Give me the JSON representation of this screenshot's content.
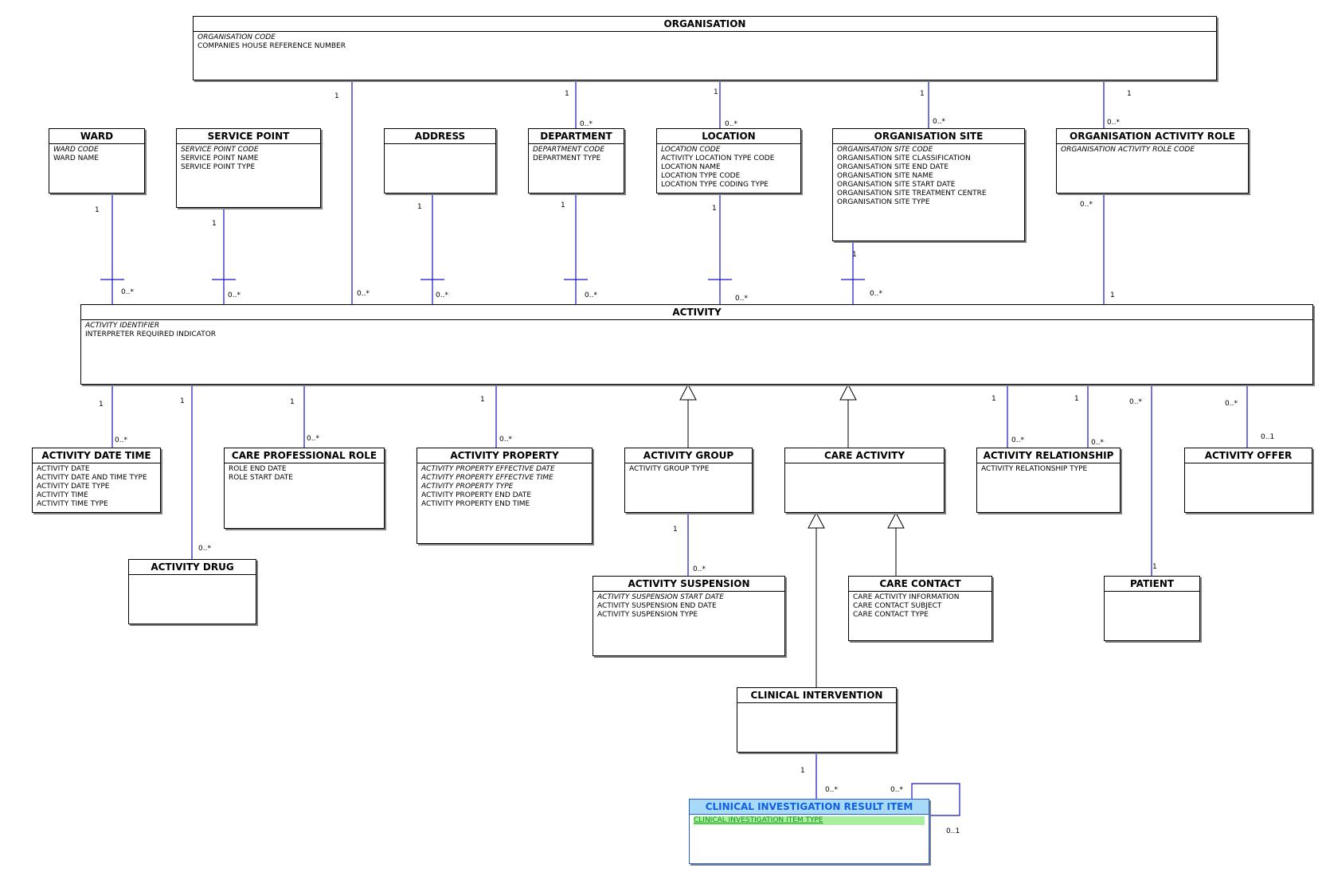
{
  "colors": {
    "association": "#1414c8",
    "generalisation": "#000000",
    "highlight_header": "#a8daf8",
    "highlight_attr": "#a8f0a0"
  },
  "entities": {
    "organisation": {
      "title": "ORGANISATION",
      "attributes": [
        {
          "text": "ORGANISATION CODE",
          "key": true
        },
        {
          "text": "COMPANIES HOUSE REFERENCE NUMBER",
          "key": false
        }
      ]
    },
    "ward": {
      "title": "WARD",
      "attributes": [
        {
          "text": "WARD CODE",
          "key": true
        },
        {
          "text": "WARD NAME",
          "key": false
        }
      ]
    },
    "service_point": {
      "title": "SERVICE POINT",
      "attributes": [
        {
          "text": "SERVICE POINT CODE",
          "key": true
        },
        {
          "text": "SERVICE POINT NAME",
          "key": false
        },
        {
          "text": "SERVICE POINT TYPE",
          "key": false
        }
      ]
    },
    "address": {
      "title": "ADDRESS",
      "attributes": []
    },
    "department": {
      "title": "DEPARTMENT",
      "attributes": [
        {
          "text": "DEPARTMENT CODE",
          "key": true
        },
        {
          "text": "DEPARTMENT TYPE",
          "key": false
        }
      ]
    },
    "location": {
      "title": "LOCATION",
      "attributes": [
        {
          "text": "LOCATION CODE",
          "key": true
        },
        {
          "text": "ACTIVITY LOCATION TYPE CODE",
          "key": false
        },
        {
          "text": "LOCATION NAME",
          "key": false
        },
        {
          "text": "LOCATION TYPE CODE",
          "key": false
        },
        {
          "text": "LOCATION TYPE CODING TYPE",
          "key": false
        }
      ]
    },
    "organisation_site": {
      "title": "ORGANISATION SITE",
      "attributes": [
        {
          "text": "ORGANISATION SITE CODE",
          "key": true
        },
        {
          "text": "ORGANISATION SITE CLASSIFICATION",
          "key": false
        },
        {
          "text": "ORGANISATION SITE END DATE",
          "key": false
        },
        {
          "text": "ORGANISATION SITE NAME",
          "key": false
        },
        {
          "text": "ORGANISATION SITE START DATE",
          "key": false
        },
        {
          "text": "ORGANISATION SITE TREATMENT CENTRE",
          "key": false
        },
        {
          "text": "ORGANISATION SITE TYPE",
          "key": false
        }
      ]
    },
    "organisation_activity_role": {
      "title": "ORGANISATION ACTIVITY ROLE",
      "attributes": [
        {
          "text": "ORGANISATION ACTIVITY ROLE CODE",
          "key": true
        }
      ]
    },
    "activity": {
      "title": "ACTIVITY",
      "attributes": [
        {
          "text": "ACTIVITY IDENTIFIER",
          "key": true
        },
        {
          "text": "INTERPRETER REQUIRED INDICATOR",
          "key": false
        }
      ]
    },
    "activity_date_time": {
      "title": "ACTIVITY DATE TIME",
      "attributes": [
        {
          "text": "ACTIVITY DATE",
          "key": false
        },
        {
          "text": "ACTIVITY DATE AND TIME TYPE",
          "key": false
        },
        {
          "text": "ACTIVITY DATE TYPE",
          "key": false
        },
        {
          "text": "ACTIVITY TIME",
          "key": false
        },
        {
          "text": "ACTIVITY TIME TYPE",
          "key": false
        }
      ]
    },
    "activity_drug": {
      "title": "ACTIVITY DRUG",
      "attributes": []
    },
    "care_professional_role": {
      "title": "CARE PROFESSIONAL ROLE",
      "attributes": [
        {
          "text": "ROLE END DATE",
          "key": false
        },
        {
          "text": "ROLE START DATE",
          "key": false
        }
      ]
    },
    "activity_property": {
      "title": "ACTIVITY PROPERTY",
      "attributes": [
        {
          "text": "ACTIVITY PROPERTY EFFECTIVE DATE",
          "key": true
        },
        {
          "text": "ACTIVITY PROPERTY EFFECTIVE TIME",
          "key": true
        },
        {
          "text": "ACTIVITY PROPERTY TYPE",
          "key": true
        },
        {
          "text": "ACTIVITY PROPERTY END DATE",
          "key": false
        },
        {
          "text": "ACTIVITY PROPERTY END TIME",
          "key": false
        }
      ]
    },
    "activity_group": {
      "title": "ACTIVITY GROUP",
      "attributes": [
        {
          "text": "ACTIVITY GROUP TYPE",
          "key": false
        }
      ]
    },
    "care_activity": {
      "title": "CARE ACTIVITY",
      "attributes": []
    },
    "activity_relationship": {
      "title": "ACTIVITY RELATIONSHIP",
      "attributes": [
        {
          "text": "ACTIVITY RELATIONSHIP TYPE",
          "key": false
        }
      ]
    },
    "activity_offer": {
      "title": "ACTIVITY OFFER",
      "attributes": []
    },
    "activity_suspension": {
      "title": "ACTIVITY SUSPENSION",
      "attributes": [
        {
          "text": "ACTIVITY SUSPENSION START DATE",
          "key": true
        },
        {
          "text": "ACTIVITY SUSPENSION END DATE",
          "key": false
        },
        {
          "text": "ACTIVITY SUSPENSION TYPE",
          "key": false
        }
      ]
    },
    "care_contact": {
      "title": "CARE CONTACT",
      "attributes": [
        {
          "text": "CARE ACTIVITY INFORMATION",
          "key": false
        },
        {
          "text": "CARE CONTACT SUBJECT",
          "key": false
        },
        {
          "text": "CARE CONTACT TYPE",
          "key": false
        }
      ]
    },
    "patient": {
      "title": "PATIENT",
      "attributes": []
    },
    "clinical_intervention": {
      "title": "CLINICAL INTERVENTION",
      "attributes": []
    },
    "clinical_investigation_result_item": {
      "title": "CLINICAL INVESTIGATION RESULT ITEM",
      "attributes": [
        {
          "text": "CLINICAL INVESTIGATION ITEM TYPE",
          "key": false
        }
      ]
    }
  },
  "multiplicities": {
    "org_activity_1": "1",
    "org_activity_n": "0..*",
    "org_department_1": "1",
    "org_department_n": "0..*",
    "org_location_1": "1",
    "org_location_n": "0..*",
    "org_site_1": "1",
    "org_site_n": "0..*",
    "org_role_1": "1",
    "org_role_n": "0..*",
    "ward_1": "1",
    "ward_n": "0..*",
    "service_point_1": "1",
    "service_point_n": "0..*",
    "address_1": "1",
    "address_n": "0..*",
    "department_1": "1",
    "department_n": "0..*",
    "location_1": "1",
    "location_n": "0..*",
    "site_1": "1",
    "site_n": "0..*",
    "role_activity_n": "0..*",
    "role_activity_1": "1",
    "adt_1": "1",
    "adt_n": "0..*",
    "drug_1": "1",
    "drug_n": "0..*",
    "cpr_1": "1",
    "cpr_n": "0..*",
    "prop_1": "1",
    "prop_n": "0..*",
    "rel_a_1": "1",
    "rel_a_n": "0..*",
    "rel_b_1": "1",
    "rel_b_n": "0..*",
    "patient_n": "0..*",
    "patient_1": "1",
    "offer_n": "0..*",
    "offer_1": "0..1",
    "susp_1": "1",
    "susp_n": "0..*",
    "ci_1": "1",
    "ci_n": "0..*",
    "self_n": "0..*",
    "self_1": "0..1"
  }
}
